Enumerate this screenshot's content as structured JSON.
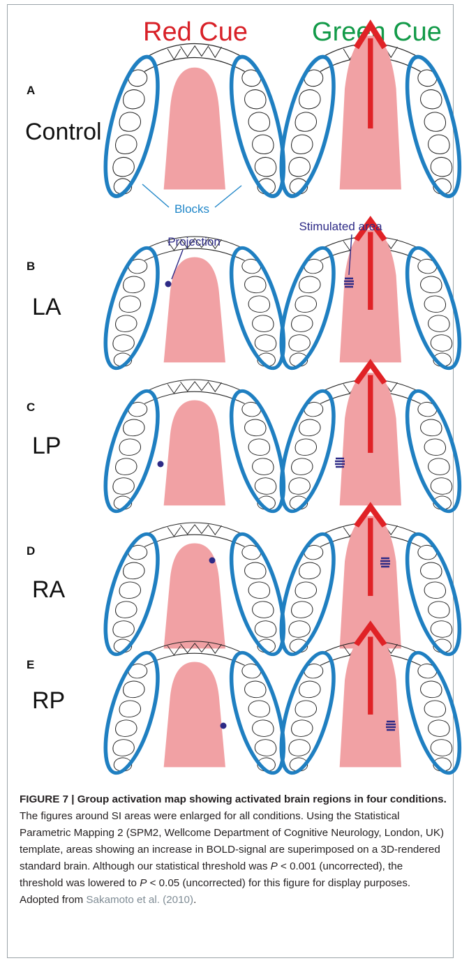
{
  "figure": {
    "column_headers": [
      {
        "text": "Red Cue",
        "color": "#d82027"
      },
      {
        "text": "Green Cue",
        "color": "#129a48"
      }
    ],
    "rows": [
      {
        "letter": "A",
        "condition": "Control",
        "stimulated": false,
        "side": null
      },
      {
        "letter": "B",
        "condition": "LA",
        "stimulated": true,
        "side": "left-anterior"
      },
      {
        "letter": "C",
        "condition": "LP",
        "stimulated": true,
        "side": "left-posterior"
      },
      {
        "letter": "D",
        "condition": "RA",
        "stimulated": true,
        "side": "right-anterior"
      },
      {
        "letter": "E",
        "condition": "RP",
        "stimulated": true,
        "side": "right-posterior"
      }
    ],
    "annotations": {
      "blocks": "Blocks",
      "projection": "Projection",
      "stimulated_area": "Stimulated area"
    },
    "colors": {
      "block_outline": "#1f7fc1",
      "tongue": "#f1a1a4",
      "arrow": "#e02226",
      "stimulus": "#2d2a86",
      "annotation_blue": "#1f86c8",
      "annotation_purple": "#2d2a86"
    }
  },
  "caption": {
    "figure_label": "FIGURE 7 | Group activation map showing activated brain regions in four conditions.",
    "sentence1": " The figures around SI areas were enlarged for all conditions. Using the Statistical Parametric Mapping 2 (SPM2, Wellcome Department of Cognitive Neurology, London, UK) template, areas showing an increase in BOLD-signal are superimposed on a 3D-rendered standard brain. Although our statistical threshold was ",
    "p_symbol": "P",
    "threshold1": " < 0.001 (uncorrected), the threshold was lowered to ",
    "threshold2": " < 0.05 (uncorrected) for this figure for display purposes. Adopted from ",
    "reference": "Sakamoto et al. (2010)",
    "end": "."
  }
}
